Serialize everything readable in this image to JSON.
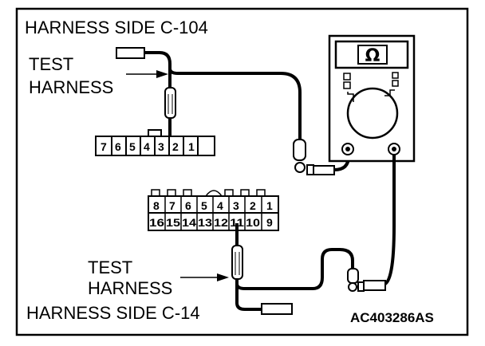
{
  "labels": {
    "harness_top": "HARNESS SIDE C-104",
    "test_top_1": "TEST",
    "test_top_2": "HARNESS",
    "test_bottom_1": "TEST",
    "test_bottom_2": "HARNESS",
    "harness_bottom": "HARNESS SIDE C-14",
    "figure_code": "AC403286AS",
    "meter_symbol": "Ω"
  },
  "connector_c104": {
    "pins": [
      "7",
      "6",
      "5",
      "4",
      "3",
      "2",
      "1"
    ],
    "probed_pin": "3"
  },
  "connector_c14": {
    "row_top": [
      "8",
      "7",
      "6",
      "5",
      "4",
      "3",
      "2",
      "1"
    ],
    "row_bottom": [
      "16",
      "15",
      "14",
      "13",
      "12",
      "11",
      "10",
      "9"
    ],
    "probed_pin": "11"
  },
  "icons": {
    "meter": "ohmmeter-icon",
    "probe": "test-probe-icon"
  }
}
